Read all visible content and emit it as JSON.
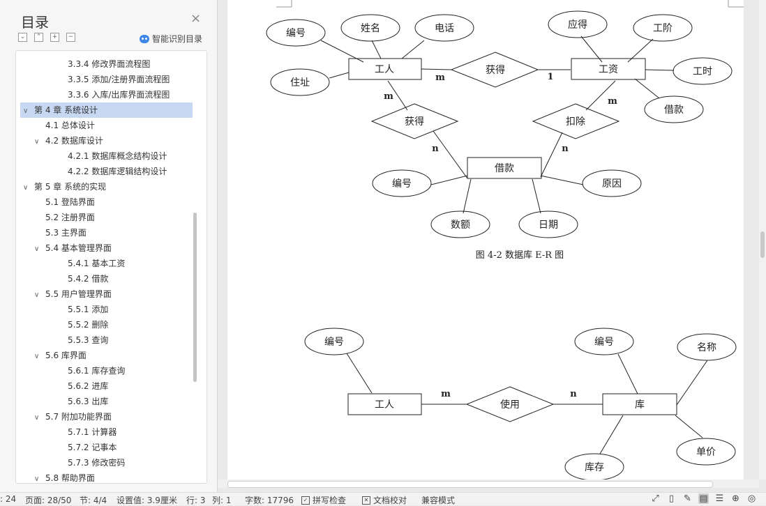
{
  "toc": {
    "title": "目录",
    "close": "×",
    "tools": [
      "⌄",
      "⌃",
      "+",
      "−"
    ],
    "smart_label": "智能识别目录",
    "items": [
      {
        "text": "3.3.4  修改界面流程图",
        "level": 3,
        "caret": "",
        "selected": false
      },
      {
        "text": "3.3.5  添加/注册界面流程图",
        "level": 3,
        "caret": "",
        "selected": false
      },
      {
        "text": "3.3.6  入库/出库界面流程图",
        "level": 3,
        "caret": "",
        "selected": false
      },
      {
        "text": "第 4 章    系统设计",
        "level": 1,
        "caret": "∨",
        "selected": true
      },
      {
        "text": "4.1 总体设计",
        "level": 2,
        "caret": "",
        "selected": false
      },
      {
        "text": "4.2  数据库设计",
        "level": 2,
        "caret": "∨",
        "selected": false
      },
      {
        "text": "4.2.1  数据库概念结构设计",
        "level": 3,
        "caret": "",
        "selected": false
      },
      {
        "text": "4.2.2  数据库逻辑结构设计",
        "level": 3,
        "caret": "",
        "selected": false
      },
      {
        "text": "第 5 章    系统的实现",
        "level": 1,
        "caret": "∨",
        "selected": false
      },
      {
        "text": "5.1  登陆界面",
        "level": 2,
        "caret": "",
        "selected": false
      },
      {
        "text": "5.2  注册界面",
        "level": 2,
        "caret": "",
        "selected": false
      },
      {
        "text": "5.3  主界面",
        "level": 2,
        "caret": "",
        "selected": false
      },
      {
        "text": "5.4  基本管理界面",
        "level": 2,
        "caret": "∨",
        "selected": false
      },
      {
        "text": "5.4.1  基本工资",
        "level": 3,
        "caret": "",
        "selected": false
      },
      {
        "text": "5.4.2  借款",
        "level": 3,
        "caret": "",
        "selected": false
      },
      {
        "text": "5.5  用户管理界面",
        "level": 2,
        "caret": "∨",
        "selected": false
      },
      {
        "text": "5.5.1  添加",
        "level": 3,
        "caret": "",
        "selected": false
      },
      {
        "text": "5.5.2  删除",
        "level": 3,
        "caret": "",
        "selected": false
      },
      {
        "text": "5.5.3  查询",
        "level": 3,
        "caret": "",
        "selected": false
      },
      {
        "text": "5.6  库界面",
        "level": 2,
        "caret": "∨",
        "selected": false
      },
      {
        "text": "5.6.1  库存查询",
        "level": 3,
        "caret": "",
        "selected": false
      },
      {
        "text": "5.6.2  进库",
        "level": 3,
        "caret": "",
        "selected": false
      },
      {
        "text": "5.6.3  出库",
        "level": 3,
        "caret": "",
        "selected": false
      },
      {
        "text": "5.7  附加功能界面",
        "level": 2,
        "caret": "∨",
        "selected": false
      },
      {
        "text": "5.7.1  计算器",
        "level": 3,
        "caret": "",
        "selected": false
      },
      {
        "text": "5.7.2  记事本",
        "level": 3,
        "caret": "",
        "selected": false
      },
      {
        "text": "5.7.3  修改密码",
        "level": 3,
        "caret": "",
        "selected": false
      },
      {
        "text": "5.8  帮助界面",
        "level": 2,
        "caret": "∨",
        "selected": false
      }
    ]
  },
  "diagram1": {
    "entities": {
      "worker": "工人",
      "salary": "工资",
      "loan": "借款"
    },
    "relations": {
      "get1": "获得",
      "get2": "获得",
      "deduct": "扣除"
    },
    "attributes": {
      "w_id": "编号",
      "w_name": "姓名",
      "w_phone": "电话",
      "w_addr": "住址",
      "s_due": "应得",
      "s_grade": "工阶",
      "s_hours": "工时",
      "s_loan": "借款",
      "l_id": "编号",
      "l_reason": "原因",
      "l_amount": "数额",
      "l_date": "日期"
    },
    "cardinalities": {
      "c1": "m",
      "c2": "1",
      "c3": "m",
      "c4": "m",
      "c5": "n",
      "c6": "n"
    },
    "caption": "图 4-2  数据库 E-R 图"
  },
  "diagram2": {
    "entities": {
      "worker": "工人",
      "store": "库"
    },
    "relations": {
      "use": "使用"
    },
    "attributes": {
      "w_id": "编号",
      "s_id": "编号",
      "s_name": "名称",
      "s_price": "单价",
      "s_stock": "库存"
    },
    "cardinalities": {
      "c1": "m",
      "c2": "n"
    }
  },
  "status": {
    "cut_left": ": 24",
    "page": "页面: 28/50",
    "section": "节: 4/4",
    "setting": "设置值: 3.9厘米",
    "row": "行: 3",
    "col": "列: 1",
    "words": "字数: 17796",
    "spell": "拼写检查",
    "proof": "文档校对",
    "compat": "兼容模式"
  }
}
